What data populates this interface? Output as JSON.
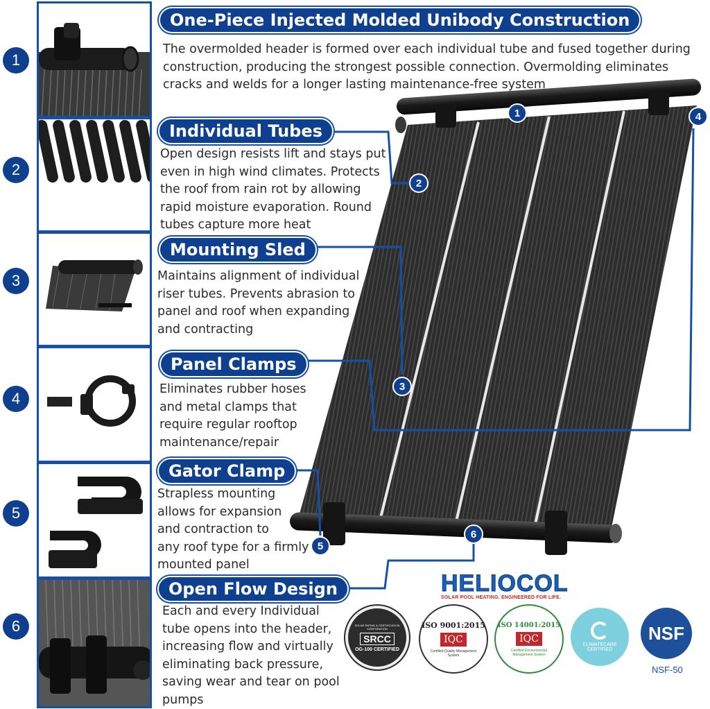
{
  "features": [
    {
      "number": "1",
      "title": "One-Piece Injected Molded Unibody Construction",
      "lines": [
        "The overmolded header is formed over each individual tube and fused together during",
        "construction, producing the strongest possible connection. Overmolding eliminates",
        "cracks and welds for a longer lasting maintenance-free system"
      ]
    },
    {
      "number": "2",
      "title": "Individual Tubes",
      "lines": [
        "Open design resists lift and stays put",
        "even in high wind climates. Protects",
        "the roof from rain rot by allowing",
        "rapid moisture evaporation. Round",
        "tubes capture more heat"
      ]
    },
    {
      "number": "3",
      "title": "Mounting Sled",
      "lines": [
        "Maintains alignment of individual",
        "riser tubes. Prevents abrasion to",
        "panel and roof when expanding",
        "and contracting"
      ]
    },
    {
      "number": "4",
      "title": "Panel Clamps",
      "lines": [
        "Eliminates rubber hoses",
        "and metal clamps that",
        "require regular rooftop",
        "maintenance/repair"
      ]
    },
    {
      "number": "5",
      "title": "Gator Clamp",
      "lines": [
        "Strapless mounting",
        "allows for expansion",
        "and contraction to",
        "any roof type for a firmly",
        "mounted panel"
      ]
    },
    {
      "number": "6",
      "title": "Open Flow Design",
      "lines": [
        "Each and every Individual",
        "tube opens into the header,",
        "increasing flow and virtually",
        "eliminating back pressure,",
        "saving wear and tear on pool",
        "pumps"
      ]
    }
  ],
  "brand": {
    "logo": "HELIOCOL",
    "tagline": "SOLAR POOL HEATING. ENGINEERED FOR LIFE."
  },
  "certifications": [
    {
      "name": "srcc",
      "top": "SOLAR RATING & CERTIFICATION CORPORATION",
      "mid": "SRCC",
      "bottom": "OG-100 CERTIFIED"
    },
    {
      "name": "iso9001",
      "top": "ISO 9001:2015",
      "mid": "IQC",
      "bottom": "Certified Quality Management System"
    },
    {
      "name": "iso14001",
      "top": "ISO 14001:2015",
      "mid": "IQC",
      "bottom": "Certified Environmental Management System"
    },
    {
      "name": "climatecare",
      "top": "CLIMATECARE",
      "bottom": "CERTIFIED"
    },
    {
      "name": "nsf",
      "mid": "NSF",
      "bottom": "NSF-50"
    }
  ],
  "colors": {
    "accent": "#0f3f8f",
    "frame": "#1450a8",
    "panel": "#2a2a2a"
  }
}
